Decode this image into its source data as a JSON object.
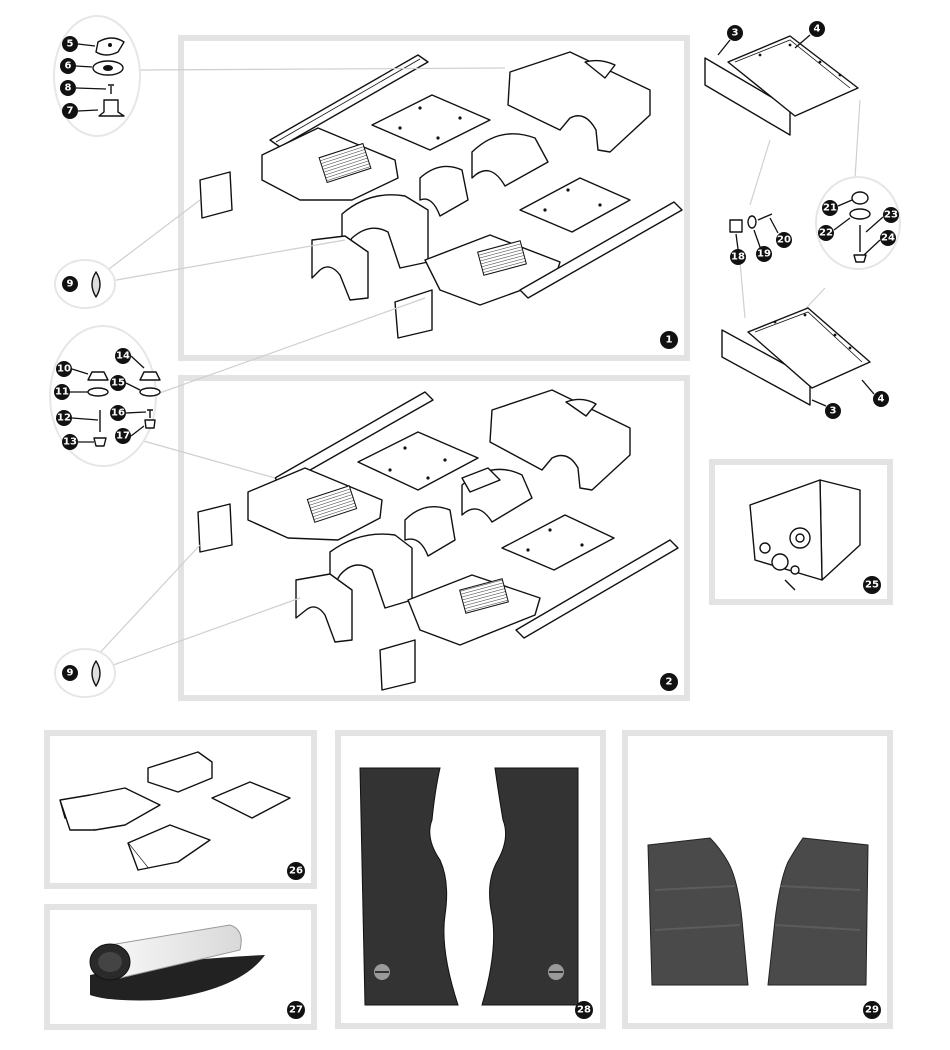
{
  "callouts": [
    "1",
    "2",
    "3",
    "4",
    "5",
    "6",
    "7",
    "8",
    "9",
    "10",
    "11",
    "12",
    "13",
    "14",
    "15",
    "16",
    "17",
    "18",
    "19",
    "20",
    "21",
    "22",
    "23",
    "24",
    "25",
    "26",
    "27",
    "28",
    "29"
  ]
}
